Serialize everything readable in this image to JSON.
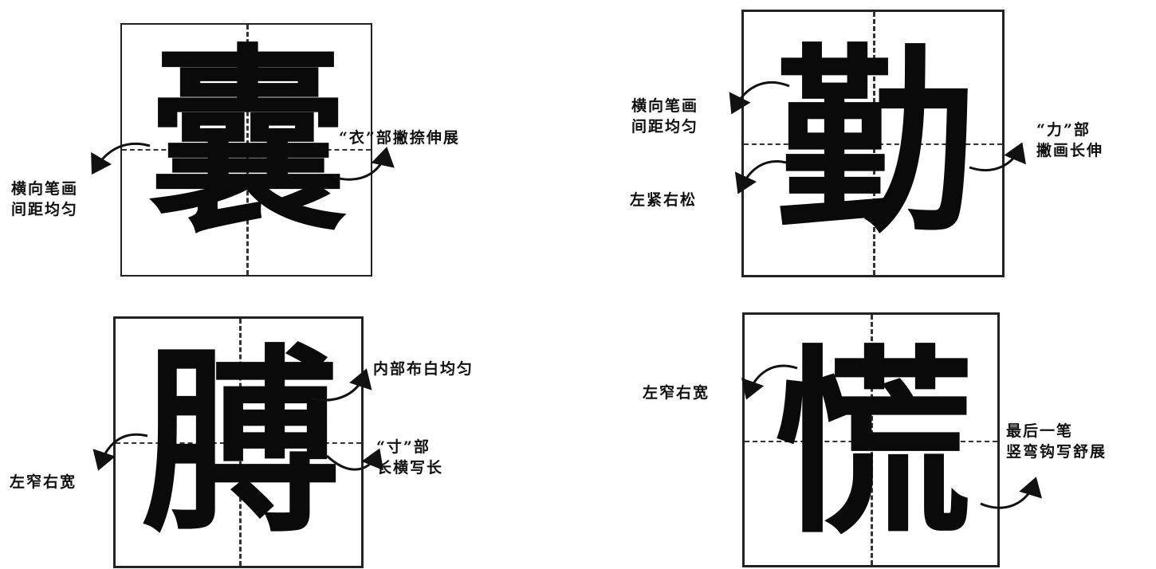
{
  "panels": [
    {
      "character": "囊",
      "annotations": {
        "left": "横向笔画\n间距均匀",
        "right": "“衣”部撇捺伸展"
      }
    },
    {
      "character": "勤",
      "annotations": {
        "left_top": "横向笔画\n间距均匀",
        "left_bottom": "左紧右松",
        "right": "“力”部\n撇画长伸"
      }
    },
    {
      "character": "膊",
      "annotations": {
        "left": "左窄右宽",
        "right_top": "内部布白均匀",
        "right_bottom": "“寸”部\n长横写长"
      }
    },
    {
      "character": "慌",
      "annotations": {
        "left": "左窄右宽",
        "right": "最后一笔\n竖弯钩写舒展"
      }
    }
  ]
}
